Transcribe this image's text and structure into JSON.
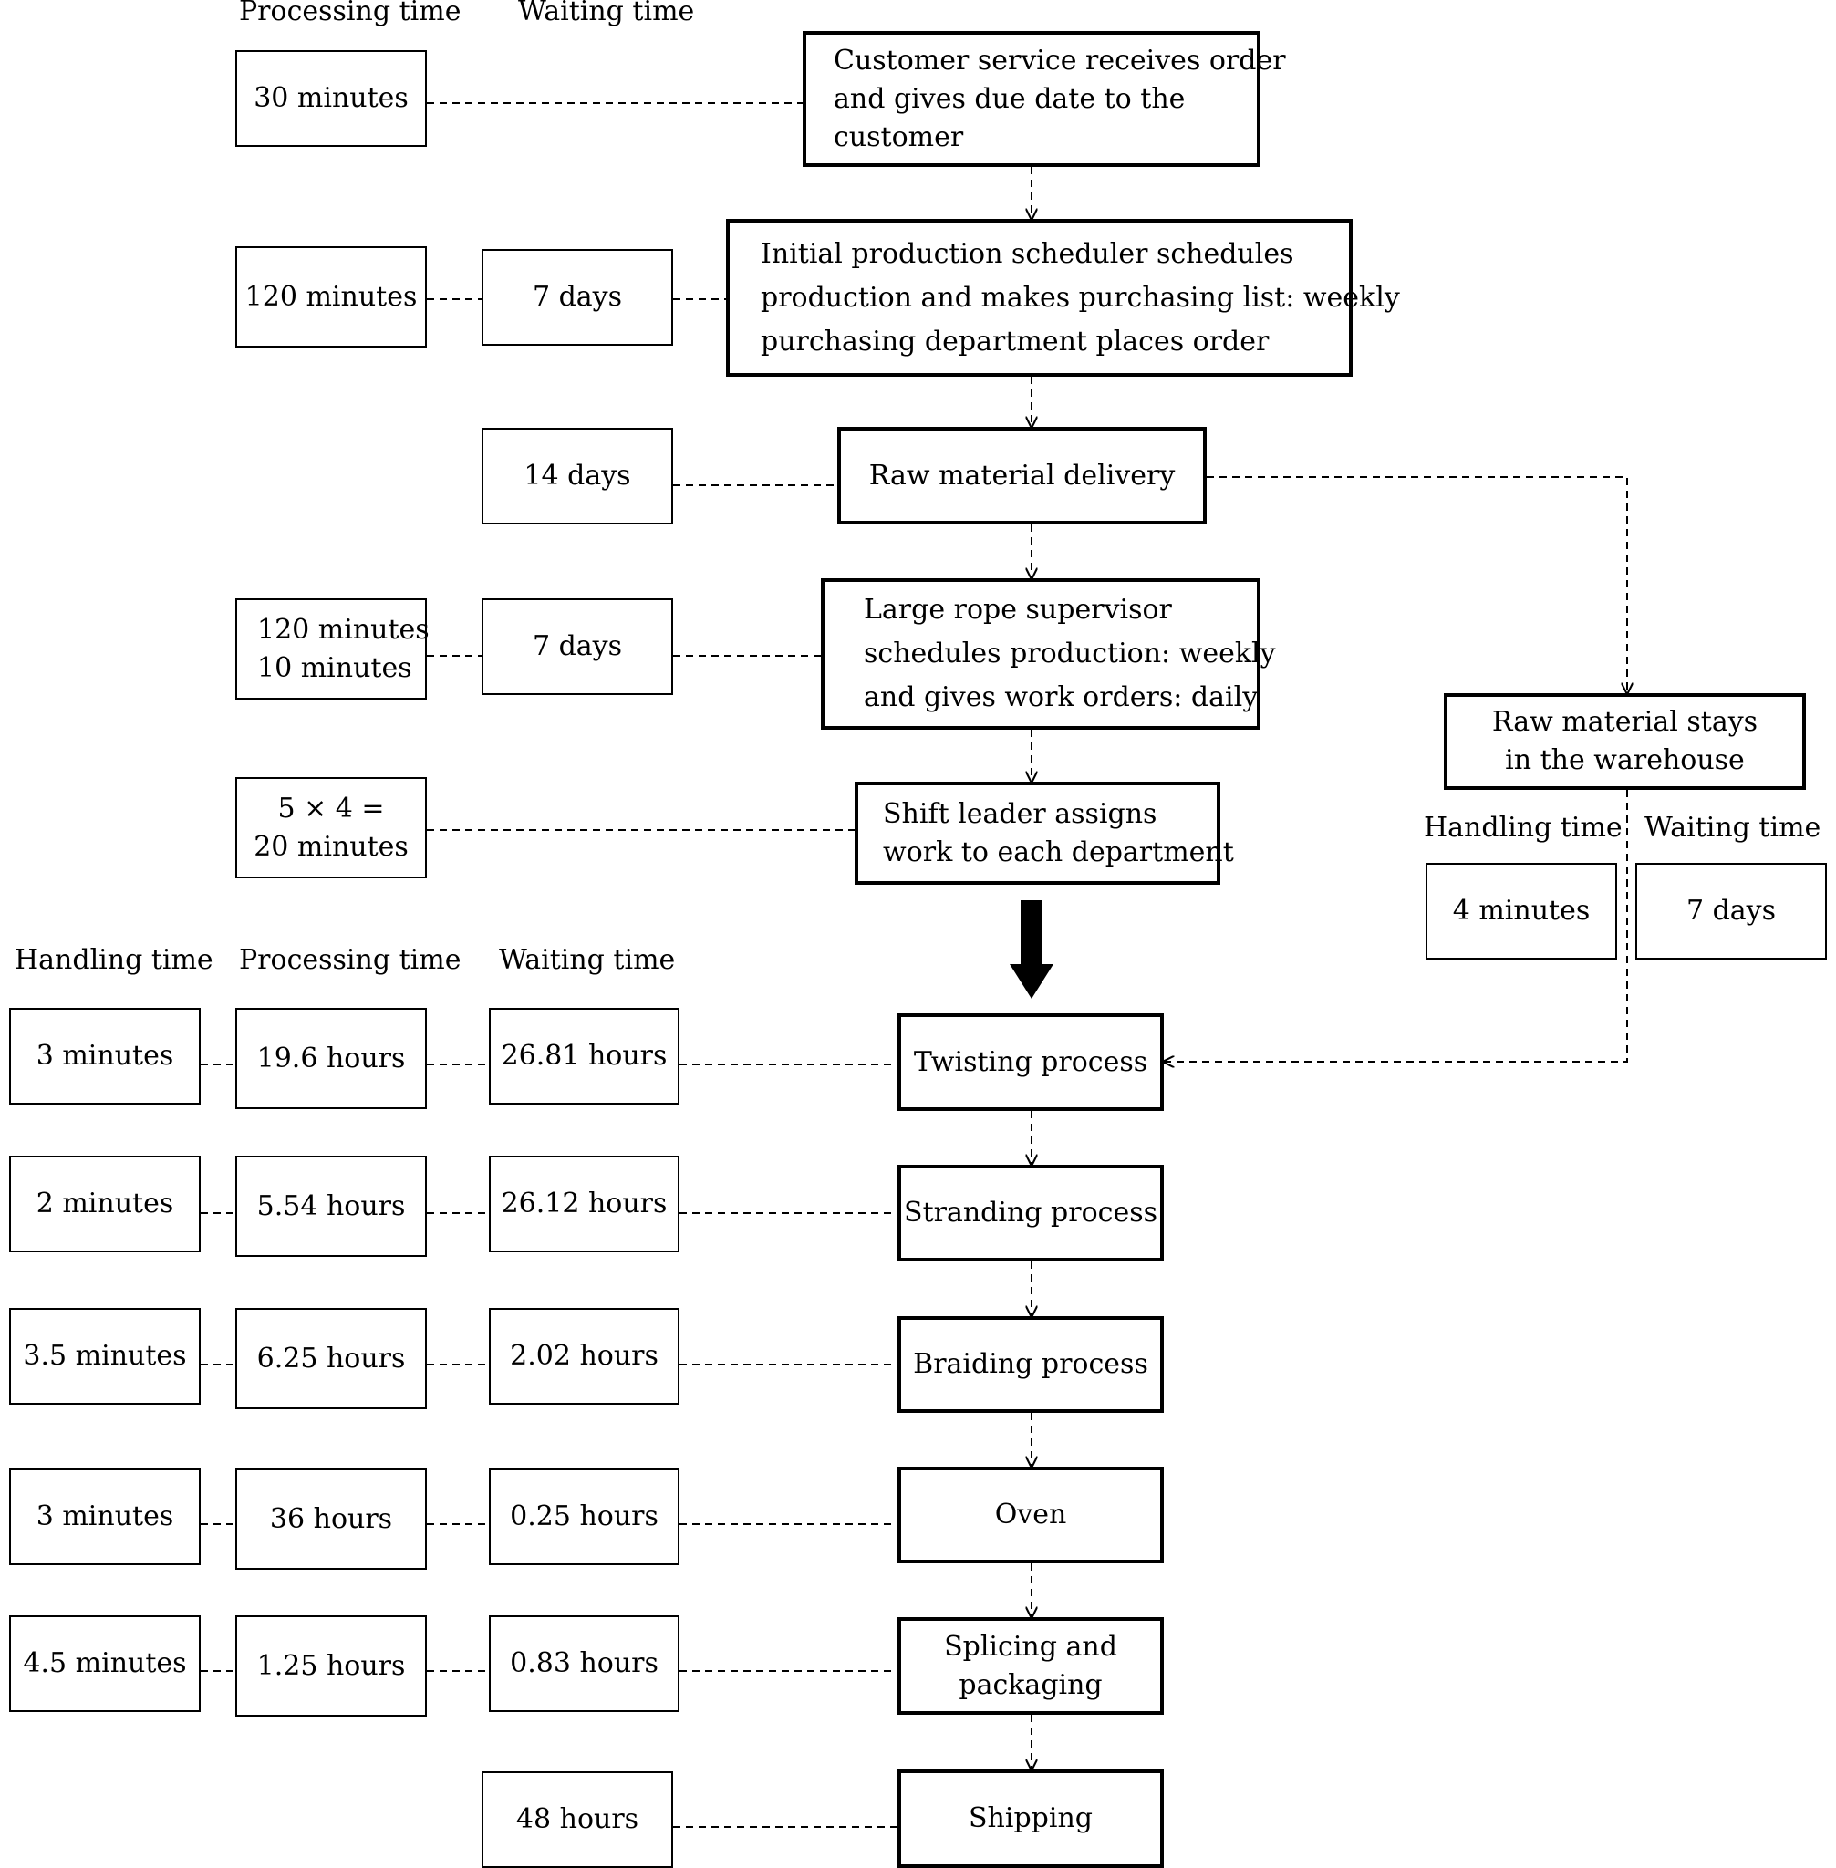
{
  "headers": {
    "top_processing": "Processing time",
    "top_waiting": "Waiting time",
    "warehouse_handling": "Handling time",
    "warehouse_waiting": "Waiting time",
    "bottom_handling": "Handling time",
    "bottom_processing": "Processing time",
    "bottom_waiting": "Waiting time"
  },
  "steps": {
    "customer_service": [
      "Customer service receives order",
      "and gives due date to the",
      "customer"
    ],
    "initial_scheduler": [
      "Initial production scheduler schedules",
      "production and makes purchasing list: weekly",
      "purchasing department places order"
    ],
    "raw_delivery": [
      "Raw material delivery"
    ],
    "large_rope": [
      "Large rope supervisor",
      "schedules production: weekly",
      "and gives work orders: daily"
    ],
    "shift_leader": [
      "Shift leader assigns",
      "work to each department"
    ],
    "warehouse": [
      "Raw material stays",
      "in the warehouse"
    ],
    "twisting": [
      "Twisting process"
    ],
    "stranding": [
      "Stranding process"
    ],
    "braiding": [
      "Braiding process"
    ],
    "oven": [
      "Oven"
    ],
    "splicing": [
      "Splicing and",
      "packaging"
    ],
    "shipping": [
      "Shipping"
    ]
  },
  "times": {
    "customer_service_proc": [
      "30 minutes"
    ],
    "initial_proc": [
      "120 minutes"
    ],
    "initial_wait": [
      "7 days"
    ],
    "raw_delivery_wait": [
      "14 days"
    ],
    "large_rope_proc": [
      "120 minutes",
      "10 minutes"
    ],
    "large_rope_wait": [
      "7 days"
    ],
    "shift_leader_proc": [
      "5 × 4 =",
      "20 minutes"
    ],
    "warehouse_handling": [
      "4 minutes"
    ],
    "warehouse_wait": [
      "7 days"
    ],
    "twisting_handling": [
      "3 minutes"
    ],
    "twisting_proc": [
      "19.6 hours"
    ],
    "twisting_wait": [
      "26.81 hours"
    ],
    "stranding_handling": [
      "2 minutes"
    ],
    "stranding_proc": [
      "5.54 hours"
    ],
    "stranding_wait": [
      "26.12 hours"
    ],
    "braiding_handling": [
      "3.5 minutes"
    ],
    "braiding_proc": [
      "6.25 hours"
    ],
    "braiding_wait": [
      "2.02 hours"
    ],
    "oven_handling": [
      "3 minutes"
    ],
    "oven_proc": [
      "36 hours"
    ],
    "oven_wait": [
      "0.25 hours"
    ],
    "splicing_handling": [
      "4.5 minutes"
    ],
    "splicing_proc": [
      "1.25 hours"
    ],
    "splicing_wait": [
      "0.83 hours"
    ],
    "shipping_wait": [
      "48 hours"
    ]
  }
}
